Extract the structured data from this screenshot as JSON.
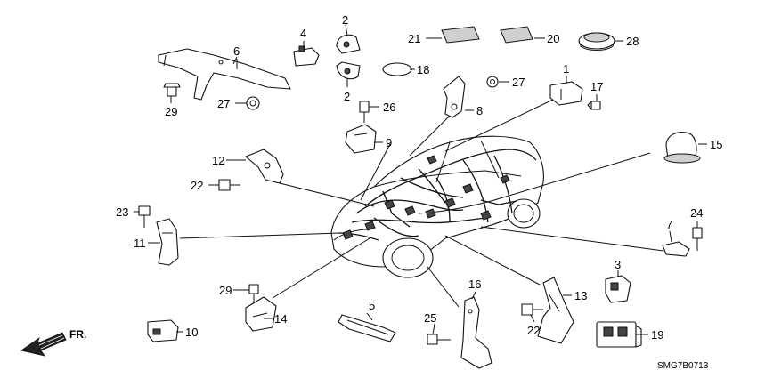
{
  "diagram": {
    "code": "SMG7B0713",
    "direction_label": "FR.",
    "callouts": [
      "1",
      "2",
      "2",
      "3",
      "4",
      "5",
      "6",
      "7",
      "8",
      "9",
      "10",
      "11",
      "12",
      "13",
      "14",
      "15",
      "16",
      "17",
      "18",
      "19",
      "20",
      "21",
      "22",
      "22",
      "23",
      "24",
      "25",
      "26",
      "27",
      "27",
      "28",
      "29",
      "29"
    ]
  }
}
